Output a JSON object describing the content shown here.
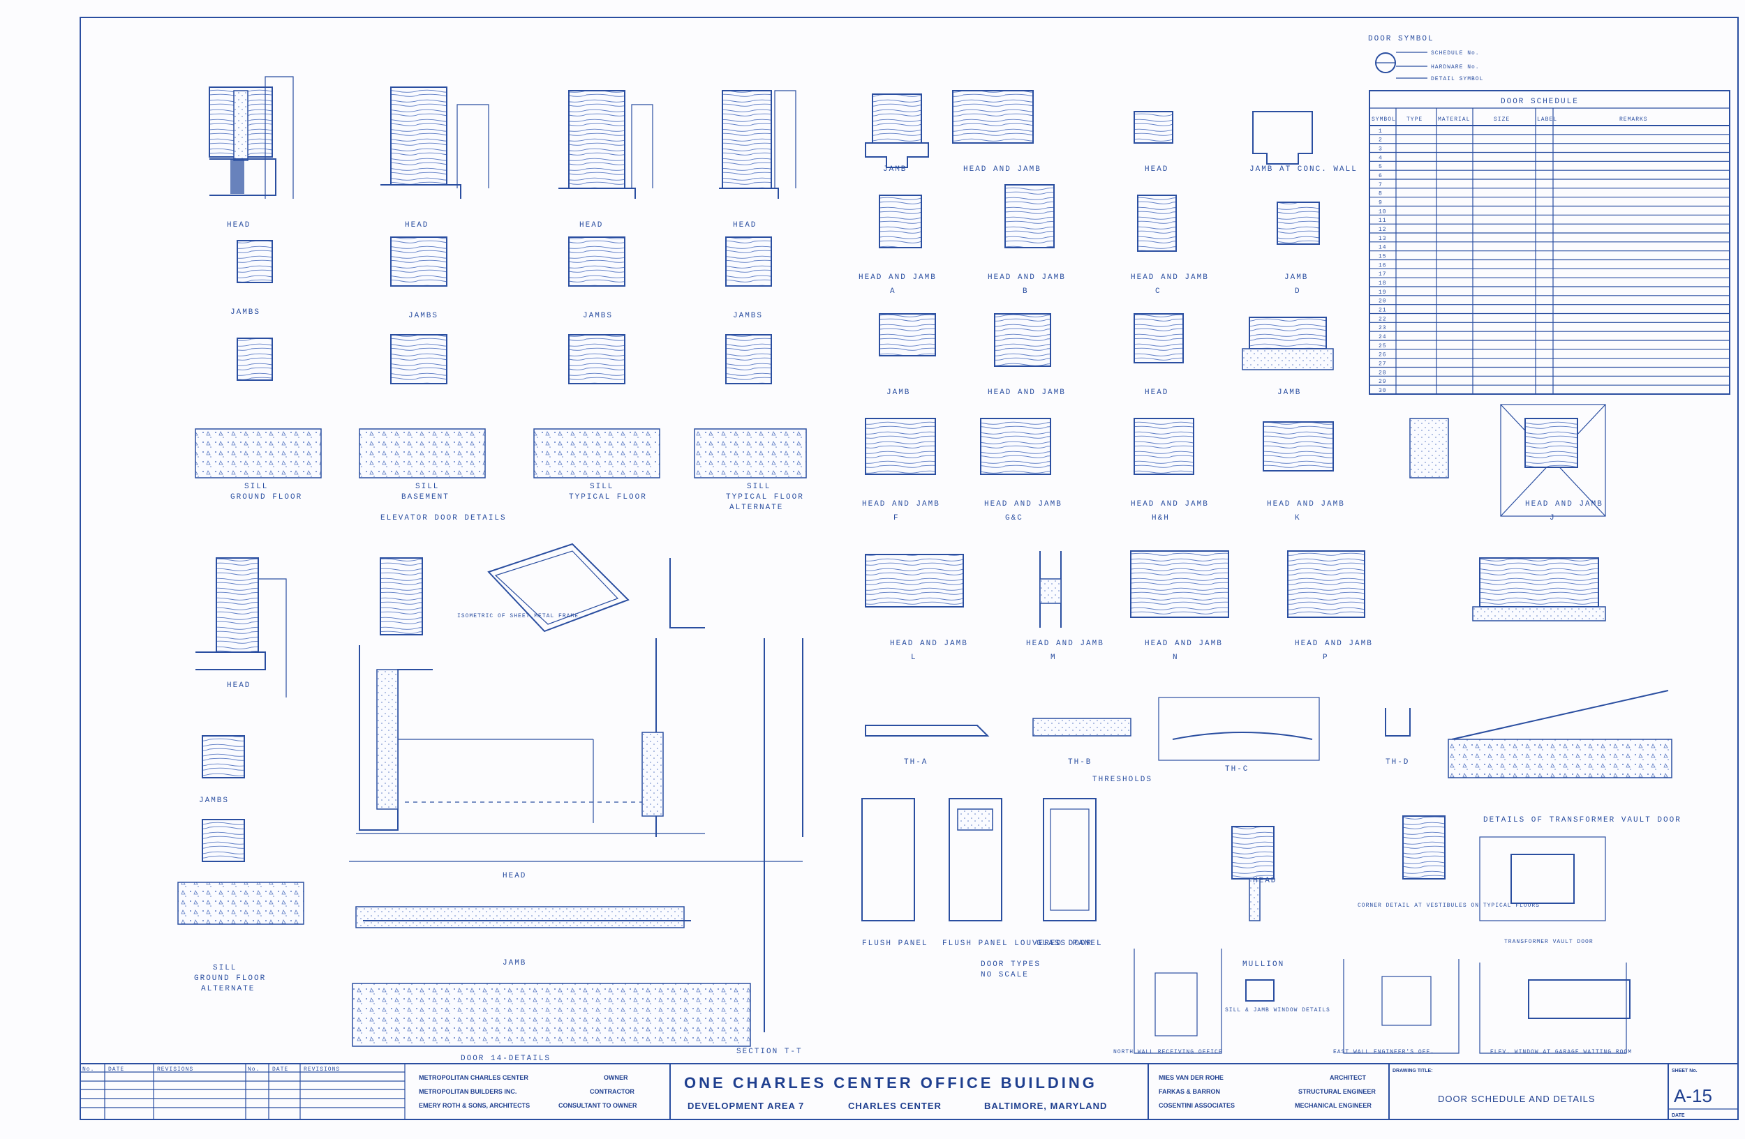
{
  "title_block": {
    "project_title": "ONE CHARLES CENTER OFFICE BUILDING",
    "development": "DEVELOPMENT AREA 7",
    "center": "CHARLES CENTER",
    "location": "BALTIMORE, MARYLAND",
    "parties": [
      {
        "name": "METROPOLITAN CHARLES CENTER",
        "role": "OWNER"
      },
      {
        "name": "METROPOLITAN BUILDERS INC.",
        "role": "CONTRACTOR"
      },
      {
        "name": "EMERY ROTH & SONS, ARCHITECTS",
        "role": "CONSULTANT TO OWNER"
      }
    ],
    "consultants": [
      {
        "name": "MIES VAN DER ROHE",
        "role": "ARCHITECT"
      },
      {
        "name": "FARKAS & BARRON",
        "role": "STRUCTURAL ENGINEER"
      },
      {
        "name": "COSENTINI ASSOCIATES",
        "role": "MECHANICAL ENGINEER"
      }
    ],
    "drawing_title_label": "DRAWING TITLE:",
    "drawing_title": "DOOR SCHEDULE AND DETAILS",
    "sheet_label": "SHEET No.",
    "sheet_no": "A-15",
    "date_label": "DATE"
  },
  "revisions": {
    "headers": [
      "No.",
      "DATE",
      "REVISIONS"
    ],
    "headers_right": [
      "No.",
      "DATE",
      "REVISIONS"
    ]
  },
  "door_symbol": {
    "title": "DOOR SYMBOL",
    "lines": [
      "SCHEDULE No.",
      "HARDWARE No.",
      "DETAIL SYMBOL"
    ]
  },
  "door_schedule": {
    "title": "DOOR SCHEDULE",
    "headers": [
      "SYMBOL",
      "TYPE",
      "MATERIAL",
      "SIZE",
      "LABEL",
      "REMARKS"
    ],
    "rows": [
      "1",
      "2",
      "3",
      "4",
      "5",
      "6",
      "7",
      "8",
      "9",
      "10",
      "11",
      "12",
      "13",
      "14",
      "15",
      "16",
      "17",
      "18",
      "19",
      "20",
      "21",
      "22",
      "23",
      "24",
      "25",
      "26",
      "27",
      "28",
      "29",
      "30"
    ]
  },
  "section_labels": {
    "elevator_details": "ELEVATOR DOOR DETAILS",
    "thresholds": "THRESHOLDS",
    "door_types": "DOOR TYPES",
    "no_scale": "NO SCALE",
    "door_14": "DOOR 14-DETAILS",
    "section_tt": "SECTION T-T",
    "transformer_details": "DETAILS OF TRANSFORMER VAULT DOOR",
    "transformer_door": "TRANSFORMER VAULT DOOR",
    "sill_window": "SILL & JAMB WINDOW DETAILS",
    "north_wall": "NORTH WALL RECEIVING OFFICE",
    "east_wall": "EAST WALL ENGINEER'S OFF.",
    "elev_window": "ELEV. WINDOW AT GARAGE WAITING ROOM",
    "corner_detail": "CORNER DETAIL AT VESTIBULES ON TYPICAL FLOORS"
  },
  "detail_labels": {
    "head": "HEAD",
    "jambs": "JAMBS",
    "jamb": "JAMB",
    "head_and_jamb": "HEAD AND JAMB",
    "sill": "SILL",
    "mullion": "MULLION",
    "ground_floor": "GROUND FLOOR",
    "basement": "BASEMENT",
    "typical_floor": "TYPICAL FLOOR",
    "alternate": "ALTERNATE",
    "jamb_at_conc_wall": "JAMB AT CONC. WALL",
    "flush_panel": "FLUSH PANEL",
    "flush_panel_louvered": "FLUSH PANEL LOUVERED DOOR",
    "glass_panel": "GLASS PANEL",
    "isometric": "ISOMETRIC OF SHEET METAL FRAME",
    "letters_top": [
      "A",
      "B",
      "C",
      "D"
    ],
    "letters_mid": [
      "F",
      "G&C",
      "H&H",
      "K",
      "J"
    ],
    "letters_low": [
      "L",
      "M",
      "N",
      "P"
    ],
    "thresholds": [
      "TH-A",
      "TH-B",
      "TH-C",
      "TH-D"
    ]
  }
}
